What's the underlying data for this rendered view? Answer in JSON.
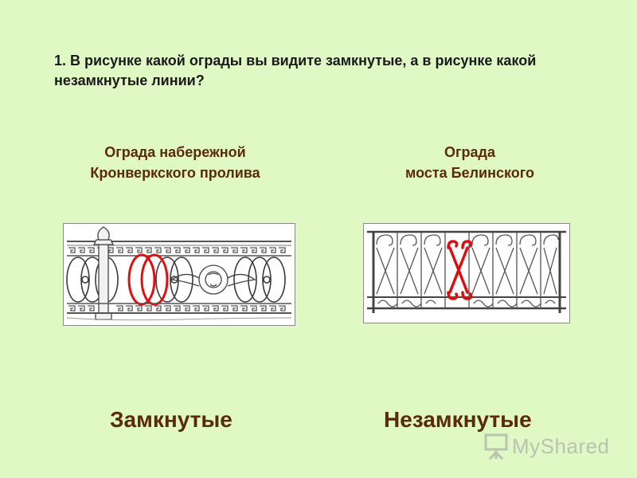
{
  "question": "1. В рисунке какой ограды вы видите замкнутые, а в рисунке какой незамкнутые линии?",
  "left": {
    "caption_line1": "Ограда набережной",
    "caption_line2": "Кронверкского пролива",
    "answer": "Замкнутые"
  },
  "right": {
    "caption_line1": "Ограда",
    "caption_line2": "моста Белинского",
    "answer": "Незамкнутые"
  },
  "watermark": "MyShared",
  "colors": {
    "background": "#e0f8c4",
    "caption": "#5a2a0a",
    "highlight": "#e01010",
    "sketch": "#444444"
  }
}
